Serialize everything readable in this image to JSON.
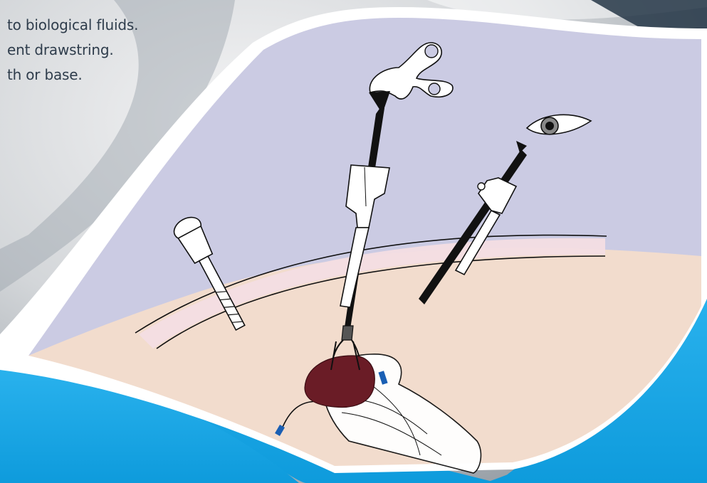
{
  "text_lines": [
    "to biological fluids.",
    "ent drawstring.",
    "th or base."
  ],
  "colors": {
    "background_grey": "#c9cccf",
    "wave_blue": "#1aa7e6",
    "cavity_lavender": "#cbcbe3",
    "tissue_peach": "#f2dccd",
    "abdominal_wall_pink": "#f3dde3",
    "specimen_maroon": "#6a1c26",
    "outline_black": "#111111"
  }
}
